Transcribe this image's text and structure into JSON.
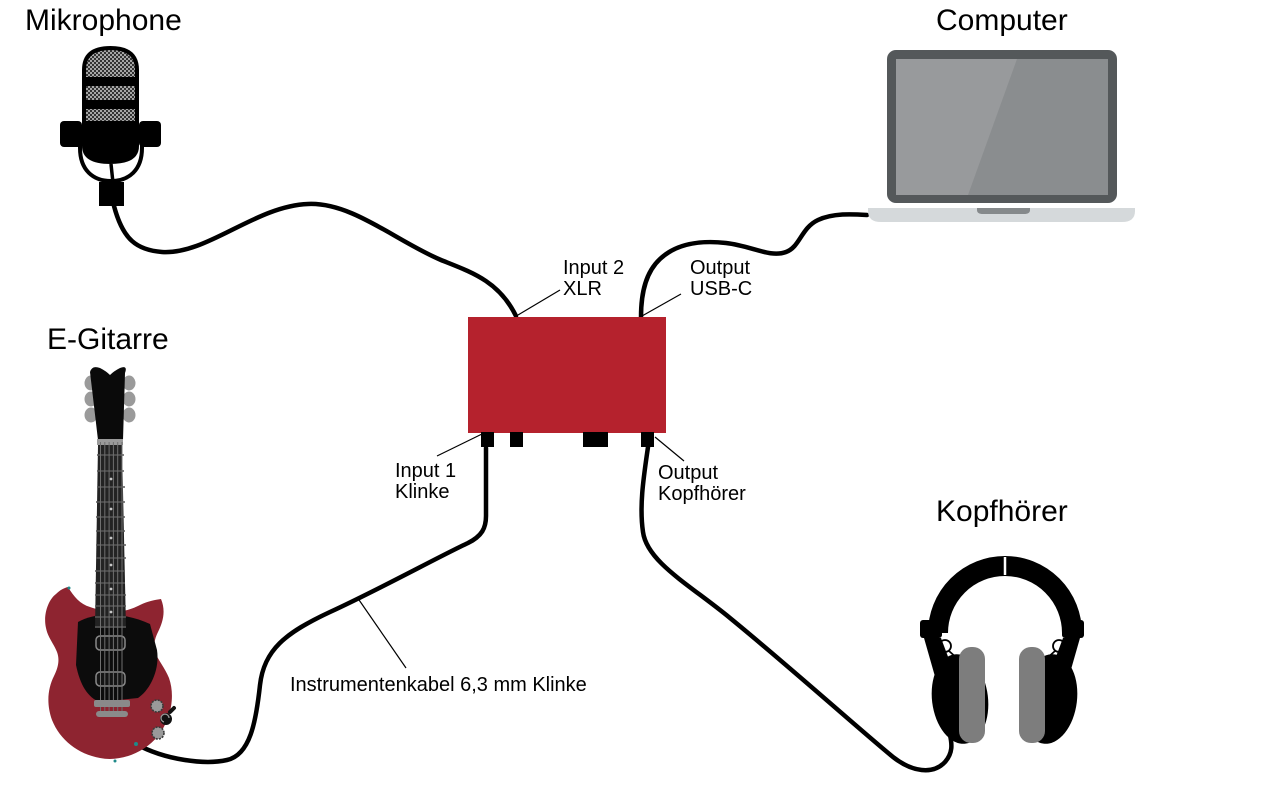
{
  "diagram": {
    "devices": {
      "microphone": {
        "label": "Mikrophone"
      },
      "computer": {
        "label": "Computer"
      },
      "guitar": {
        "label": "E-Gitarre"
      },
      "headphones": {
        "label": "Kopfhörer"
      }
    },
    "interface_ports": {
      "input2": {
        "line1": "Input 2",
        "line2": "XLR"
      },
      "usb": {
        "line1": "Output",
        "line2": "USB-C"
      },
      "input1": {
        "line1": "Input 1",
        "line2": "Klinke"
      },
      "phones": {
        "line1": "Output",
        "line2": "Kopfhörer"
      }
    },
    "cable_annotation": "Instrumentenkabel 6,3 mm Klinke",
    "colors": {
      "interface_red": "#b5222d",
      "guitar_body_red": "#8e2430",
      "laptop_bezel_gray": "#54585a",
      "laptop_screen_gray": "#8a8d8f",
      "laptop_screen_highlight": "#989a9c",
      "laptop_base_gray": "#d5d9db",
      "earpad_gray": "#7d7d7d",
      "tuner_gray": "#9a9a9a",
      "cable_black": "#000000"
    }
  }
}
